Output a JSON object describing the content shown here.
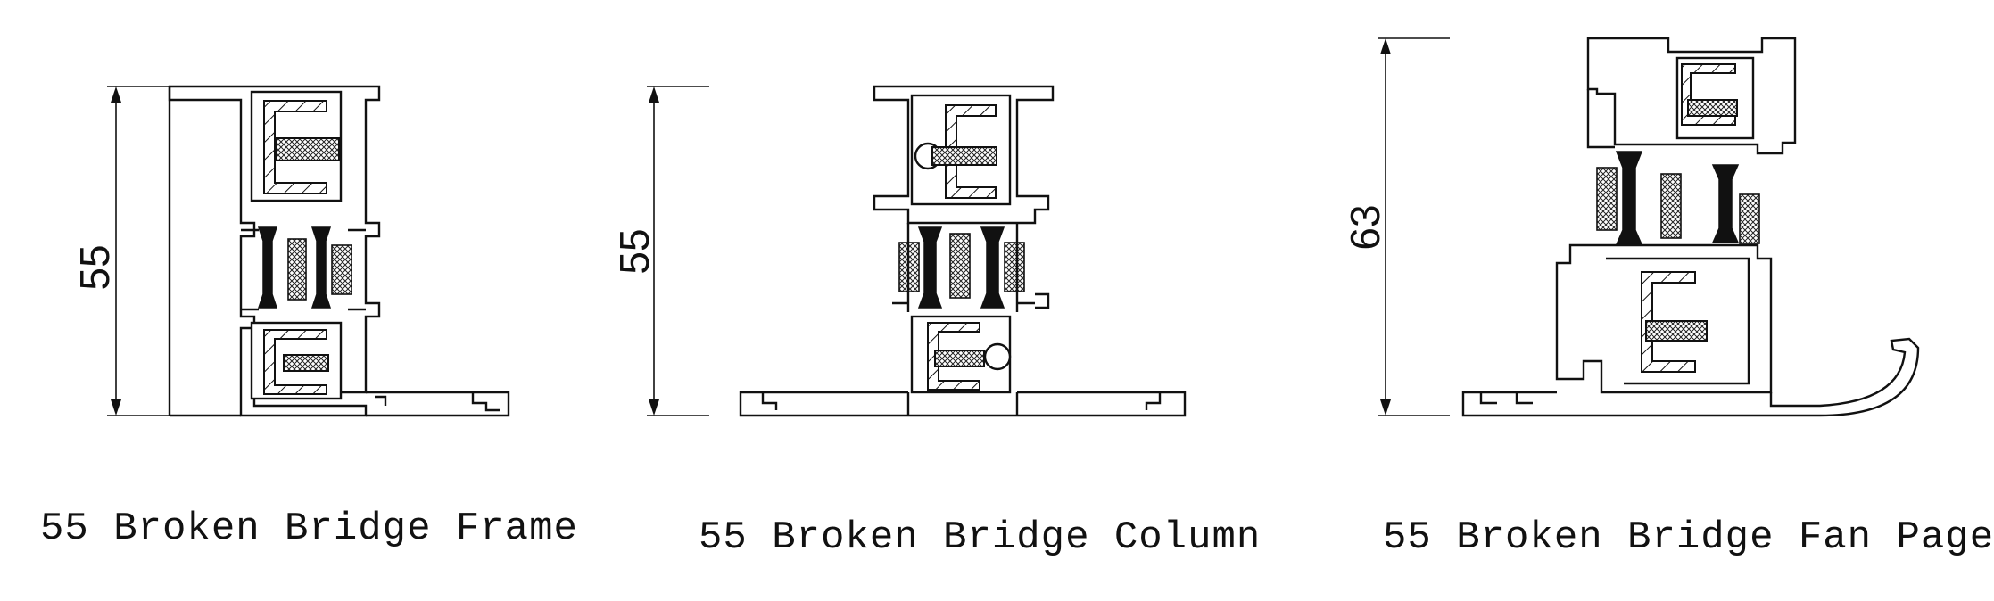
{
  "profiles": [
    {
      "caption": "55 Broken Bridge Frame",
      "dimension": "55"
    },
    {
      "caption": "55 Broken Bridge Column",
      "dimension": "55"
    },
    {
      "caption": "55 Broken Bridge Fan Page",
      "dimension": "63"
    }
  ],
  "colors": {
    "line": "#111111",
    "background": "#ffffff"
  }
}
